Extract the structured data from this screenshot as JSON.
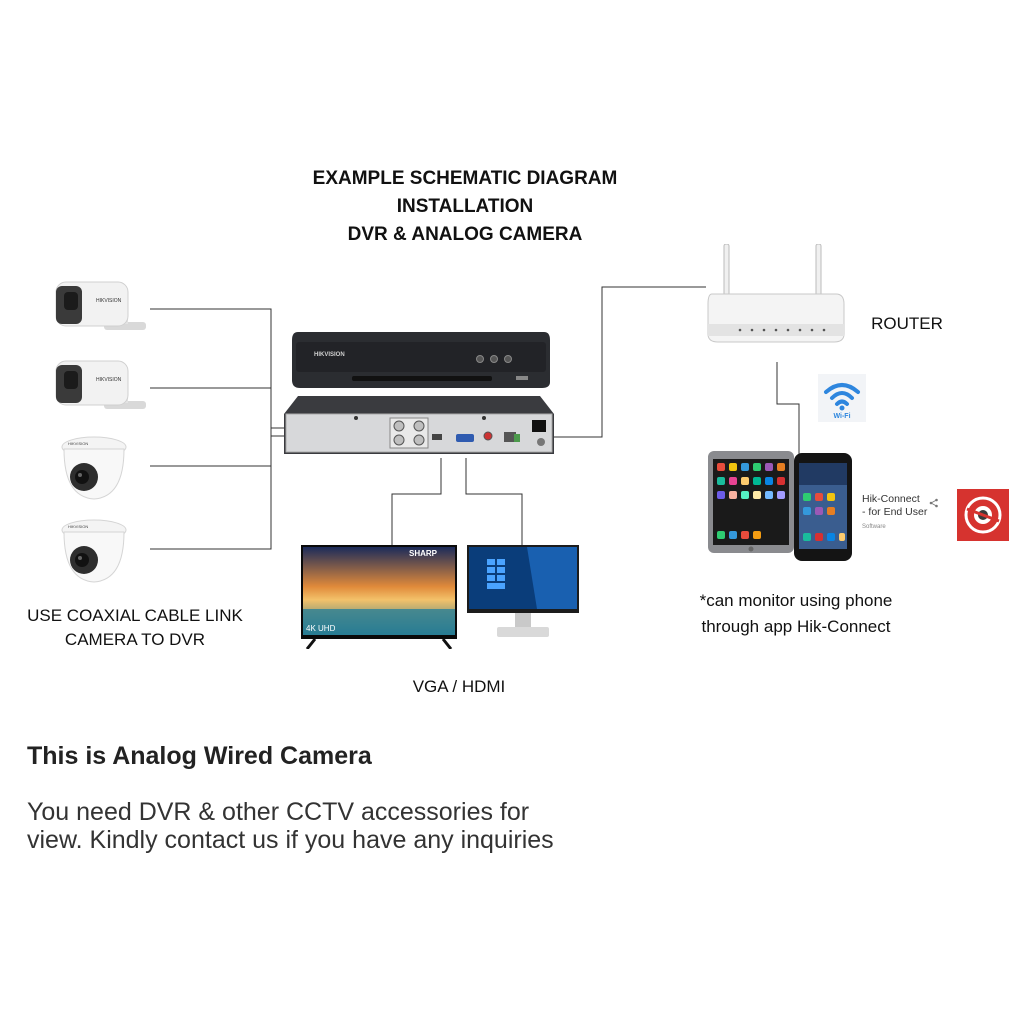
{
  "title": {
    "line1": "EXAMPLE SCHEMATIC DIAGRAM",
    "line2": "INSTALLATION",
    "line3": "DVR & ANALOG CAMERA"
  },
  "labels": {
    "router": "ROUTER",
    "coax_line1": "USE COAXIAL CABLE LINK",
    "coax_line2": "CAMERA TO DVR",
    "vga_hdmi": "VGA / HDMI",
    "monitor_note_line1": "*can monitor using phone",
    "monitor_note_line2": "through app Hik-Connect"
  },
  "devices": {
    "dvr_brand": "HIKVISION",
    "camera_brand": "HIKVISION",
    "tv_brand": "SHARP",
    "tv_badge": "4K UHD",
    "wifi_label": "Wi-Fi"
  },
  "app": {
    "name_line1": "Hik-Connect",
    "name_line2": "- for End User",
    "category": "Software"
  },
  "footer": {
    "heading": "This is Analog Wired Camera",
    "body_line1": "You need DVR & other CCTV accessories for",
    "body_line2": "view. Kindly contact us if you have any inquiries"
  },
  "colors": {
    "wire": "#333333",
    "dvr_body": "#2b2d31",
    "hik_red": "#d6332f",
    "wifi_blue": "#2e86de"
  }
}
